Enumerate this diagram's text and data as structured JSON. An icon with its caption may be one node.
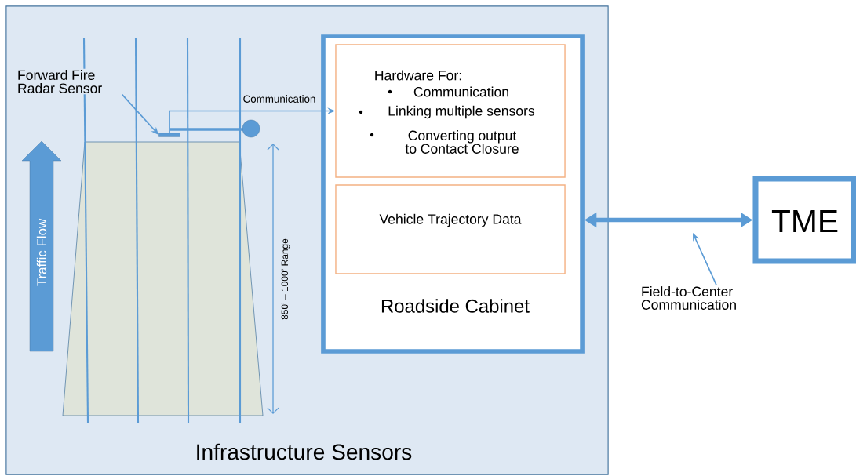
{
  "diagram": {
    "nodes": [
      {
        "text": [
          "Infrastructure Sensors"
        ]
      },
      {
        "text": [
          "Forward Fire Radar Sensor"
        ],
        "in": 0
      },
      {
        "text": [],
        "shape": "picture",
        "in": 0
      },
      {
        "text": [
          "Roadside Cabinet"
        ],
        "in": 0
      },
      {
        "text": [
          "Hardware For:",
          "Communication",
          "Linking multiple sensors",
          "Converting output to Contact Closure"
        ],
        "in": 3
      },
      {
        "text": [
          "Vehicle Trajectory Data"
        ],
        "in": 3
      },
      {
        "text": [
          "TME"
        ]
      },
      {
        "text": [
          "Field-to-Center Communication"
        ]
      }
    ],
    "edges": [
      {
        "from": 1,
        "to": 2,
        "arrow": "to"
      },
      {
        "from": 2,
        "to": 4,
        "arrow": "to",
        "label": "Communication"
      },
      {
        "from": 3,
        "to": 6,
        "arrow": "both",
        "style": "thick"
      },
      {
        "from": 7,
        "to": null,
        "arrow": "to"
      }
    ],
    "labels": [
      "Traffic Flow",
      "850’ – 1000’ Range"
    ]
  }
}
